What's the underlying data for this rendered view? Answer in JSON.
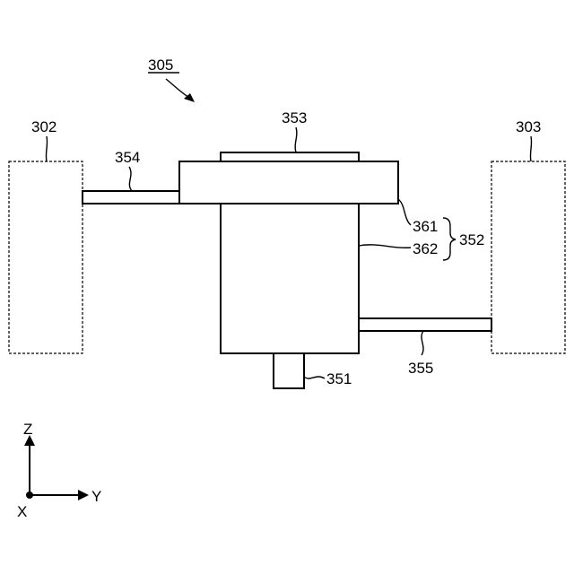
{
  "figure": {
    "assembly_label": "305",
    "left_unit_label": "302",
    "right_unit_label": "303",
    "top_plate_label": "353",
    "left_arm_label": "354",
    "upper_block_label": "361",
    "lower_block_label": "362",
    "group_label": "352",
    "right_arm_label": "355",
    "bottom_shaft_label": "351"
  },
  "axes": {
    "z_label": "Z",
    "y_label": "Y",
    "x_label": "X"
  }
}
